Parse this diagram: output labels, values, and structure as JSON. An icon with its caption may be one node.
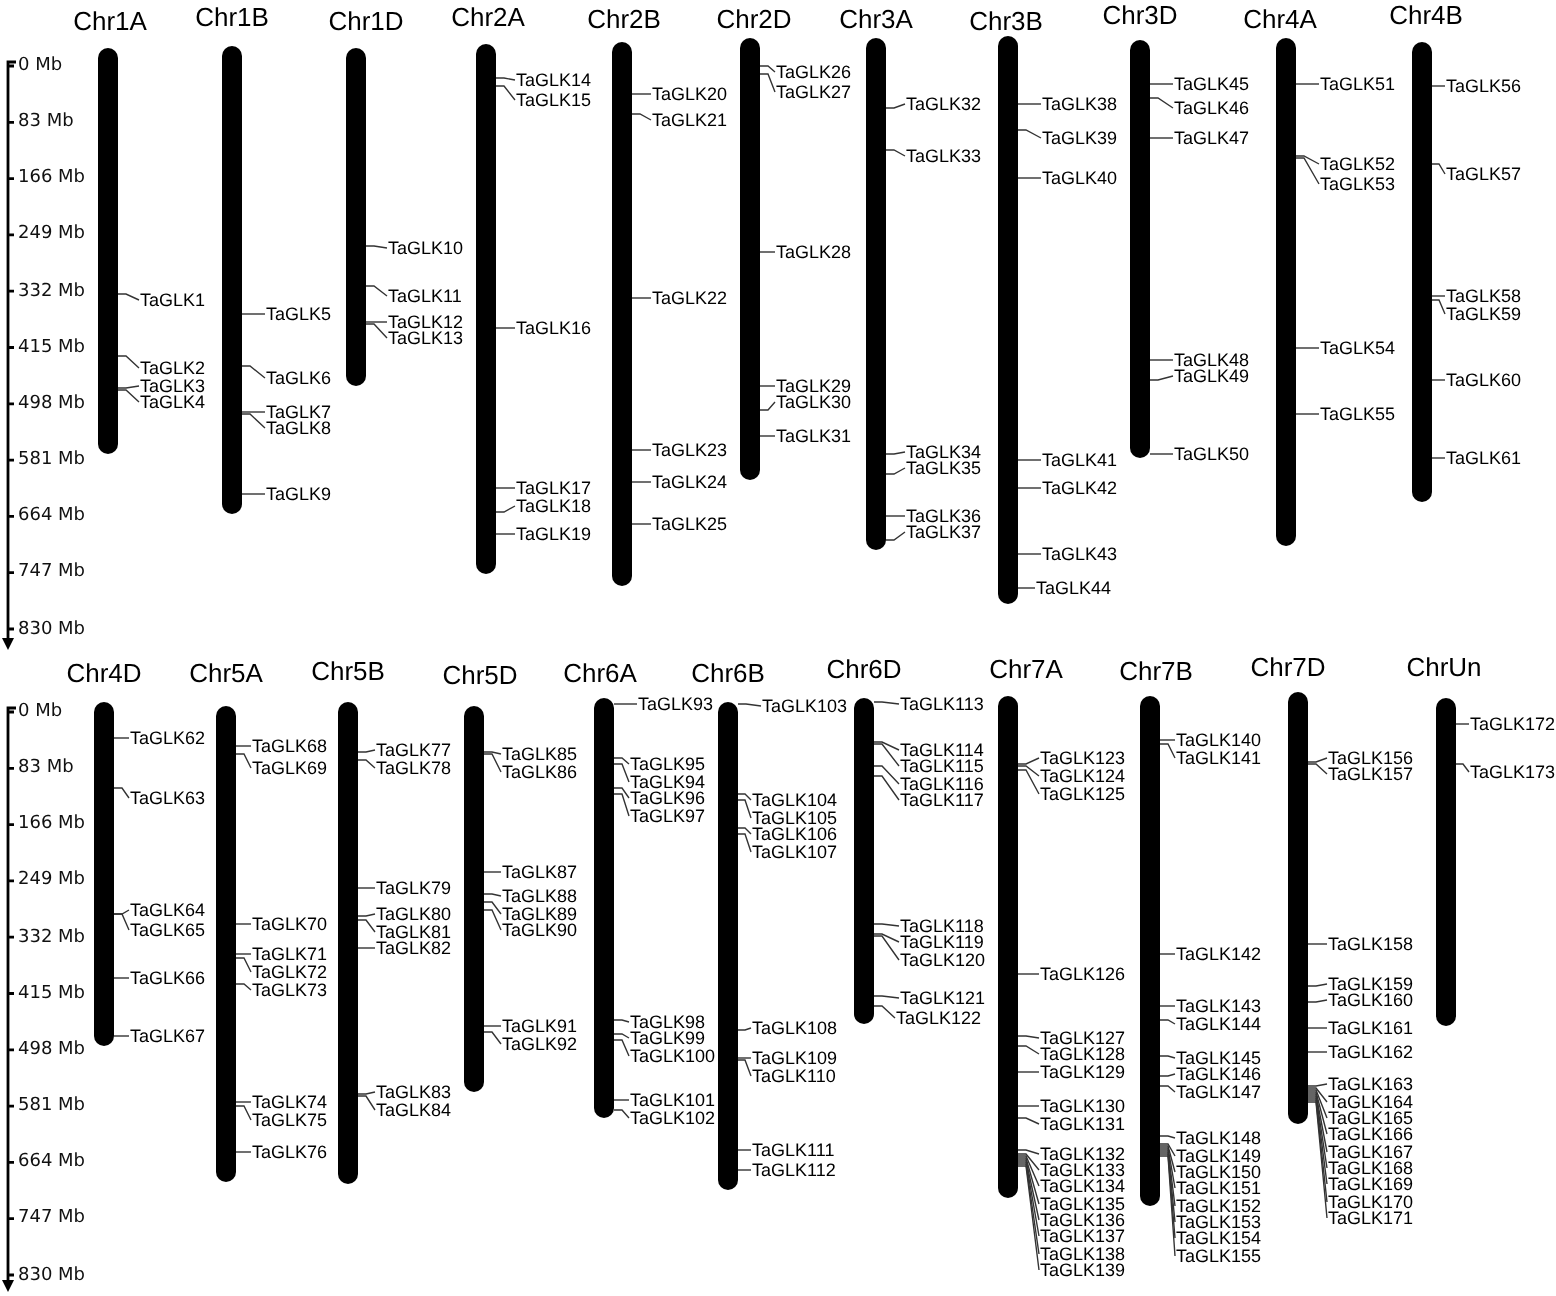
{
  "diagram": {
    "nodes": [
      {
        "text": [
          "Chr1A"
        ]
      },
      {
        "text": [
          "TaGLK1"
        ]
      },
      {
        "text": [
          "TaGLK2"
        ]
      },
      {
        "text": [
          "TaGLK3"
        ]
      },
      {
        "text": [
          "TaGLK4"
        ]
      },
      {
        "text": [
          "Chr1B"
        ]
      },
      {
        "text": [
          "TaGLK5"
        ]
      },
      {
        "text": [
          "TaGLK6"
        ]
      },
      {
        "text": [
          "TaGLK7"
        ]
      },
      {
        "text": [
          "TaGLK8"
        ]
      },
      {
        "text": [
          "TaGLK9"
        ]
      },
      {
        "text": [
          "Chr1D"
        ]
      },
      {
        "text": [
          "TaGLK10"
        ]
      },
      {
        "text": [
          "TaGLK11"
        ]
      },
      {
        "text": [
          "TaGLK12"
        ]
      },
      {
        "text": [
          "TaGLK13"
        ]
      },
      {
        "text": [
          "Chr2A"
        ]
      },
      {
        "text": [
          "TaGLK14"
        ]
      },
      {
        "text": [
          "TaGLK15"
        ]
      },
      {
        "text": [
          "TaGLK16"
        ]
      },
      {
        "text": [
          "TaGLK17"
        ]
      },
      {
        "text": [
          "TaGLK18"
        ]
      },
      {
        "text": [
          "TaGLK19"
        ]
      },
      {
        "text": [
          "Chr2B"
        ]
      },
      {
        "text": [
          "TaGLK20"
        ]
      },
      {
        "text": [
          "TaGLK21"
        ]
      },
      {
        "text": [
          "TaGLK22"
        ]
      },
      {
        "text": [
          "TaGLK23"
        ]
      },
      {
        "text": [
          "TaGLK24"
        ]
      },
      {
        "text": [
          "TaGLK25"
        ]
      },
      {
        "text": [
          "Chr2D"
        ]
      },
      {
        "text": [
          "TaGLK26"
        ]
      },
      {
        "text": [
          "TaGLK27"
        ]
      },
      {
        "text": [
          "TaGLK28"
        ]
      },
      {
        "text": [
          "TaGLK29"
        ]
      },
      {
        "text": [
          "TaGLK30"
        ]
      },
      {
        "text": [
          "TaGLK31"
        ]
      },
      {
        "text": [
          "Chr3A"
        ]
      },
      {
        "text": [
          "TaGLK32"
        ]
      },
      {
        "text": [
          "TaGLK33"
        ]
      },
      {
        "text": [
          "TaGLK34"
        ]
      },
      {
        "text": [
          "TaGLK35"
        ]
      },
      {
        "text": [
          "TaGLK36"
        ]
      },
      {
        "text": [
          "TaGLK37"
        ]
      },
      {
        "text": [
          "Chr3B"
        ]
      },
      {
        "text": [
          "TaGLK38"
        ]
      },
      {
        "text": [
          "TaGLK39"
        ]
      },
      {
        "text": [
          "TaGLK40"
        ]
      },
      {
        "text": [
          "TaGLK41"
        ]
      },
      {
        "text": [
          "TaGLK42"
        ]
      },
      {
        "text": [
          "TaGLK43"
        ]
      },
      {
        "text": [
          "TaGLK44"
        ]
      },
      {
        "text": [
          "Chr3D"
        ]
      },
      {
        "text": [
          "TaGLK45"
        ]
      },
      {
        "text": [
          "TaGLK46"
        ]
      },
      {
        "text": [
          "TaGLK47"
        ]
      },
      {
        "text": [
          "TaGLK48"
        ]
      },
      {
        "text": [
          "TaGLK49"
        ]
      },
      {
        "text": [
          "TaGLK50"
        ]
      },
      {
        "text": [
          "Chr4A"
        ]
      },
      {
        "text": [
          "TaGLK51"
        ]
      },
      {
        "text": [
          "TaGLK52"
        ]
      },
      {
        "text": [
          "TaGLK53"
        ]
      },
      {
        "text": [
          "TaGLK54"
        ]
      },
      {
        "text": [
          "TaGLK55"
        ]
      },
      {
        "text": [
          "Chr4B"
        ]
      },
      {
        "text": [
          "TaGLK56"
        ]
      },
      {
        "text": [
          "TaGLK57"
        ]
      },
      {
        "text": [
          "TaGLK58"
        ]
      },
      {
        "text": [
          "TaGLK59"
        ]
      },
      {
        "text": [
          "TaGLK60"
        ]
      },
      {
        "text": [
          "TaGLK61"
        ]
      },
      {
        "text": [
          "Chr4D"
        ]
      },
      {
        "text": [
          "TaGLK62"
        ]
      },
      {
        "text": [
          "TaGLK63"
        ]
      },
      {
        "text": [
          "TaGLK64"
        ]
      },
      {
        "text": [
          "TaGLK65"
        ]
      },
      {
        "text": [
          "TaGLK66"
        ]
      },
      {
        "text": [
          "TaGLK67"
        ]
      },
      {
        "text": [
          "Chr5A"
        ]
      },
      {
        "text": [
          "TaGLK68"
        ]
      },
      {
        "text": [
          "TaGLK69"
        ]
      },
      {
        "text": [
          "TaGLK70"
        ]
      },
      {
        "text": [
          "TaGLK71"
        ]
      },
      {
        "text": [
          "TaGLK72"
        ]
      },
      {
        "text": [
          "TaGLK73"
        ]
      },
      {
        "text": [
          "TaGLK74"
        ]
      },
      {
        "text": [
          "TaGLK75"
        ]
      },
      {
        "text": [
          "TaGLK76"
        ]
      },
      {
        "text": [
          "Chr5B"
        ]
      },
      {
        "text": [
          "TaGLK77"
        ]
      },
      {
        "text": [
          "TaGLK78"
        ]
      },
      {
        "text": [
          "TaGLK79"
        ]
      },
      {
        "text": [
          "TaGLK80"
        ]
      },
      {
        "text": [
          "TaGLK81"
        ]
      },
      {
        "text": [
          "TaGLK82"
        ]
      },
      {
        "text": [
          "TaGLK83"
        ]
      },
      {
        "text": [
          "TaGLK84"
        ]
      },
      {
        "text": [
          "Chr5D"
        ]
      },
      {
        "text": [
          "TaGLK85"
        ]
      },
      {
        "text": [
          "TaGLK86"
        ]
      },
      {
        "text": [
          "TaGLK87"
        ]
      },
      {
        "text": [
          "TaGLK88"
        ]
      },
      {
        "text": [
          "TaGLK89"
        ]
      },
      {
        "text": [
          "TaGLK90"
        ]
      },
      {
        "text": [
          "TaGLK91"
        ]
      },
      {
        "text": [
          "TaGLK92"
        ]
      },
      {
        "text": [
          "Chr6A"
        ]
      },
      {
        "text": [
          "TaGLK93"
        ]
      },
      {
        "text": [
          "TaGLK95"
        ]
      },
      {
        "text": [
          "TaGLK94"
        ]
      },
      {
        "text": [
          "TaGLK96"
        ]
      },
      {
        "text": [
          "TaGLK97"
        ]
      },
      {
        "text": [
          "TaGLK98"
        ]
      },
      {
        "text": [
          "TaGLK99"
        ]
      },
      {
        "text": [
          "TaGLK100"
        ]
      },
      {
        "text": [
          "TaGLK101"
        ]
      },
      {
        "text": [
          "TaGLK102"
        ]
      },
      {
        "text": [
          "Chr6B"
        ]
      },
      {
        "text": [
          "TaGLK103"
        ]
      },
      {
        "text": [
          "TaGLK104"
        ]
      },
      {
        "text": [
          "TaGLK105"
        ]
      },
      {
        "text": [
          "TaGLK106"
        ]
      },
      {
        "text": [
          "TaGLK107"
        ]
      },
      {
        "text": [
          "TaGLK108"
        ]
      },
      {
        "text": [
          "TaGLK109"
        ]
      },
      {
        "text": [
          "TaGLK110"
        ]
      },
      {
        "text": [
          "TaGLK111"
        ]
      },
      {
        "text": [
          "TaGLK112"
        ]
      },
      {
        "text": [
          "Chr6D"
        ]
      },
      {
        "text": [
          "TaGLK113"
        ]
      },
      {
        "text": [
          "TaGLK114"
        ]
      },
      {
        "text": [
          "TaGLK115"
        ]
      },
      {
        "text": [
          "TaGLK116"
        ]
      },
      {
        "text": [
          "TaGLK117"
        ]
      },
      {
        "text": [
          "TaGLK118"
        ]
      },
      {
        "text": [
          "TaGLK119"
        ]
      },
      {
        "text": [
          "TaGLK120"
        ]
      },
      {
        "text": [
          "TaGLK121"
        ]
      },
      {
        "text": [
          "TaGLK122"
        ]
      },
      {
        "text": [
          "Chr7A"
        ]
      },
      {
        "text": [
          "TaGLK123"
        ]
      },
      {
        "text": [
          "TaGLK124"
        ]
      },
      {
        "text": [
          "TaGLK125"
        ]
      },
      {
        "text": [
          "TaGLK126"
        ]
      },
      {
        "text": [
          "TaGLK127"
        ]
      },
      {
        "text": [
          "TaGLK128"
        ]
      },
      {
        "text": [
          "TaGLK129"
        ]
      },
      {
        "text": [
          "TaGLK130"
        ]
      },
      {
        "text": [
          "TaGLK131"
        ]
      },
      {
        "text": [
          "TaGLK132"
        ]
      },
      {
        "text": [
          "TaGLK133"
        ]
      },
      {
        "text": [
          "TaGLK134"
        ]
      },
      {
        "text": [
          "TaGLK135"
        ]
      },
      {
        "text": [
          "TaGLK136"
        ]
      },
      {
        "text": [
          "TaGLK137"
        ]
      },
      {
        "text": [
          "TaGLK138"
        ]
      },
      {
        "text": [
          "TaGLK139"
        ]
      },
      {
        "text": [
          "Chr7B"
        ]
      },
      {
        "text": [
          "TaGLK140"
        ]
      },
      {
        "text": [
          "TaGLK141"
        ]
      },
      {
        "text": [
          "TaGLK142"
        ]
      },
      {
        "text": [
          "TaGLK143"
        ]
      },
      {
        "text": [
          "TaGLK144"
        ]
      },
      {
        "text": [
          "TaGLK145"
        ]
      },
      {
        "text": [
          "TaGLK146"
        ]
      },
      {
        "text": [
          "TaGLK147"
        ]
      },
      {
        "text": [
          "TaGLK148"
        ]
      },
      {
        "text": [
          "TaGLK149"
        ]
      },
      {
        "text": [
          "TaGLK150"
        ]
      },
      {
        "text": [
          "TaGLK151"
        ]
      },
      {
        "text": [
          "TaGLK152"
        ]
      },
      {
        "text": [
          "TaGLK153"
        ]
      },
      {
        "text": [
          "TaGLK154"
        ]
      },
      {
        "text": [
          "TaGLK155"
        ]
      },
      {
        "text": [
          "Chr7D"
        ]
      },
      {
        "text": [
          "TaGLK156"
        ]
      },
      {
        "text": [
          "TaGLK157"
        ]
      },
      {
        "text": [
          "TaGLK158"
        ]
      },
      {
        "text": [
          "TaGLK159"
        ]
      },
      {
        "text": [
          "TaGLK160"
        ]
      },
      {
        "text": [
          "TaGLK161"
        ]
      },
      {
        "text": [
          "TaGLK162"
        ]
      },
      {
        "text": [
          "TaGLK163"
        ]
      },
      {
        "text": [
          "TaGLK164"
        ]
      },
      {
        "text": [
          "TaGLK165"
        ]
      },
      {
        "text": [
          "TaGLK166"
        ]
      },
      {
        "text": [
          "TaGLK167"
        ]
      },
      {
        "text": [
          "TaGLK168"
        ]
      },
      {
        "text": [
          "TaGLK169"
        ]
      },
      {
        "text": [
          "TaGLK170"
        ]
      },
      {
        "text": [
          "TaGLK171"
        ]
      },
      {
        "text": [
          "ChrUn"
        ]
      },
      {
        "text": [
          "TaGLK172"
        ]
      },
      {
        "text": [
          "TaGLK173"
        ]
      }
    ],
    "edges": [
      {
        "from": 1,
        "to": 0,
        "arrow": "none"
      },
      {
        "from": 2,
        "to": 0,
        "arrow": "none"
      },
      {
        "from": 3,
        "to": 0,
        "arrow": "none"
      },
      {
        "from": 4,
        "to": 0,
        "arrow": "none"
      },
      {
        "from": 6,
        "to": 5,
        "arrow": "none"
      },
      {
        "from": 7,
        "to": 5,
        "arrow": "none"
      },
      {
        "from": 8,
        "to": 5,
        "arrow": "none"
      },
      {
        "from": 9,
        "to": 5,
        "arrow": "none"
      },
      {
        "from": 10,
        "to": 5,
        "arrow": "none"
      },
      {
        "from": 12,
        "to": 11,
        "arrow": "none"
      },
      {
        "from": 13,
        "to": 11,
        "arrow": "none"
      },
      {
        "from": 14,
        "to": 11,
        "arrow": "none"
      },
      {
        "from": 15,
        "to": 11,
        "arrow": "none"
      },
      {
        "from": 17,
        "to": 16,
        "arrow": "none"
      },
      {
        "from": 18,
        "to": 16,
        "arrow": "none"
      },
      {
        "from": 19,
        "to": 16,
        "arrow": "none"
      },
      {
        "from": 20,
        "to": 16,
        "arrow": "none"
      },
      {
        "from": 21,
        "to": 16,
        "arrow": "none"
      },
      {
        "from": 22,
        "to": 16,
        "arrow": "none"
      },
      {
        "from": 24,
        "to": 23,
        "arrow": "none"
      },
      {
        "from": 25,
        "to": 23,
        "arrow": "none"
      },
      {
        "from": 26,
        "to": 23,
        "arrow": "none"
      },
      {
        "from": 27,
        "to": 23,
        "arrow": "none"
      },
      {
        "from": 28,
        "to": 23,
        "arrow": "none"
      },
      {
        "from": 29,
        "to": 23,
        "arrow": "none"
      },
      {
        "from": 31,
        "to": 30,
        "arrow": "none"
      },
      {
        "from": 32,
        "to": 30,
        "arrow": "none"
      },
      {
        "from": 33,
        "to": 30,
        "arrow": "none"
      },
      {
        "from": 34,
        "to": 30,
        "arrow": "none"
      },
      {
        "from": 35,
        "to": 30,
        "arrow": "none"
      },
      {
        "from": 36,
        "to": 30,
        "arrow": "none"
      },
      {
        "from": 38,
        "to": 37,
        "arrow": "none"
      },
      {
        "from": 39,
        "to": 37,
        "arrow": "none"
      },
      {
        "from": 40,
        "to": 37,
        "arrow": "none"
      },
      {
        "from": 41,
        "to": 37,
        "arrow": "none"
      },
      {
        "from": 42,
        "to": 37,
        "arrow": "none"
      },
      {
        "from": 43,
        "to": 37,
        "arrow": "none"
      },
      {
        "from": 45,
        "to": 44,
        "arrow": "none"
      },
      {
        "from": 46,
        "to": 44,
        "arrow": "none"
      },
      {
        "from": 47,
        "to": 44,
        "arrow": "none"
      },
      {
        "from": 48,
        "to": 44,
        "arrow": "none"
      },
      {
        "from": 49,
        "to": 44,
        "arrow": "none"
      },
      {
        "from": 50,
        "to": 44,
        "arrow": "none"
      },
      {
        "from": 51,
        "to": 44,
        "arrow": "none"
      },
      {
        "from": 53,
        "to": 52,
        "arrow": "none"
      },
      {
        "from": 54,
        "to": 52,
        "arrow": "none"
      },
      {
        "from": 55,
        "to": 52,
        "arrow": "none"
      },
      {
        "from": 56,
        "to": 52,
        "arrow": "none"
      },
      {
        "from": 57,
        "to": 52,
        "arrow": "none"
      },
      {
        "from": 58,
        "to": 52,
        "arrow": "none"
      },
      {
        "from": 60,
        "to": 59,
        "arrow": "none"
      },
      {
        "from": 61,
        "to": 59,
        "arrow": "none"
      },
      {
        "from": 62,
        "to": 59,
        "arrow": "none"
      },
      {
        "from": 63,
        "to": 59,
        "arrow": "none"
      },
      {
        "from": 64,
        "to": 59,
        "arrow": "none"
      },
      {
        "from": 66,
        "to": 65,
        "arrow": "none"
      },
      {
        "from": 67,
        "to": 65,
        "arrow": "none"
      },
      {
        "from": 68,
        "to": 65,
        "arrow": "none"
      },
      {
        "from": 69,
        "to": 65,
        "arrow": "none"
      },
      {
        "from": 70,
        "to": 65,
        "arrow": "none"
      },
      {
        "from": 71,
        "to": 65,
        "arrow": "none"
      },
      {
        "from": 73,
        "to": 72,
        "arrow": "none"
      },
      {
        "from": 74,
        "to": 72,
        "arrow": "none"
      },
      {
        "from": 75,
        "to": 72,
        "arrow": "none"
      },
      {
        "from": 76,
        "to": 72,
        "arrow": "none"
      },
      {
        "from": 77,
        "to": 72,
        "arrow": "none"
      },
      {
        "from": 78,
        "to": 72,
        "arrow": "none"
      },
      {
        "from": 80,
        "to": 79,
        "arrow": "none"
      },
      {
        "from": 81,
        "to": 79,
        "arrow": "none"
      },
      {
        "from": 82,
        "to": 79,
        "arrow": "none"
      },
      {
        "from": 83,
        "to": 79,
        "arrow": "none"
      },
      {
        "from": 84,
        "to": 79,
        "arrow": "none"
      },
      {
        "from": 85,
        "to": 79,
        "arrow": "none"
      },
      {
        "from": 86,
        "to": 79,
        "arrow": "none"
      },
      {
        "from": 87,
        "to": 79,
        "arrow": "none"
      },
      {
        "from": 88,
        "to": 79,
        "arrow": "none"
      },
      {
        "from": 90,
        "to": 89,
        "arrow": "none"
      },
      {
        "from": 91,
        "to": 89,
        "arrow": "none"
      },
      {
        "from": 92,
        "to": 89,
        "arrow": "none"
      },
      {
        "from": 93,
        "to": 89,
        "arrow": "none"
      },
      {
        "from": 94,
        "to": 89,
        "arrow": "none"
      },
      {
        "from": 95,
        "to": 89,
        "arrow": "none"
      },
      {
        "from": 96,
        "to": 89,
        "arrow": "none"
      },
      {
        "from": 97,
        "to": 89,
        "arrow": "none"
      },
      {
        "from": 99,
        "to": 98,
        "arrow": "none"
      },
      {
        "from": 100,
        "to": 98,
        "arrow": "none"
      },
      {
        "from": 101,
        "to": 98,
        "arrow": "none"
      },
      {
        "from": 102,
        "to": 98,
        "arrow": "none"
      },
      {
        "from": 103,
        "to": 98,
        "arrow": "none"
      },
      {
        "from": 104,
        "to": 98,
        "arrow": "none"
      },
      {
        "from": 105,
        "to": 98,
        "arrow": "none"
      },
      {
        "from": 106,
        "to": 98,
        "arrow": "none"
      },
      {
        "from": 108,
        "to": 107,
        "arrow": "none"
      },
      {
        "from": 109,
        "to": 107,
        "arrow": "none"
      },
      {
        "from": 110,
        "to": 107,
        "arrow": "none"
      },
      {
        "from": 111,
        "to": 107,
        "arrow": "none"
      },
      {
        "from": 112,
        "to": 107,
        "arrow": "none"
      },
      {
        "from": 113,
        "to": 107,
        "arrow": "none"
      },
      {
        "from": 114,
        "to": 107,
        "arrow": "none"
      },
      {
        "from": 115,
        "to": 107,
        "arrow": "none"
      },
      {
        "from": 116,
        "to": 107,
        "arrow": "none"
      },
      {
        "from": 117,
        "to": 107,
        "arrow": "none"
      },
      {
        "from": 119,
        "to": 118,
        "arrow": "none"
      },
      {
        "from": 120,
        "to": 118,
        "arrow": "none"
      },
      {
        "from": 121,
        "to": 118,
        "arrow": "none"
      },
      {
        "from": 122,
        "to": 118,
        "arrow": "none"
      },
      {
        "from": 123,
        "to": 118,
        "arrow": "none"
      },
      {
        "from": 124,
        "to": 118,
        "arrow": "none"
      },
      {
        "from": 125,
        "to": 118,
        "arrow": "none"
      },
      {
        "from": 126,
        "to": 118,
        "arrow": "none"
      },
      {
        "from": 127,
        "to": 118,
        "arrow": "none"
      },
      {
        "from": 128,
        "to": 118,
        "arrow": "none"
      },
      {
        "from": 130,
        "to": 129,
        "arrow": "none"
      },
      {
        "from": 131,
        "to": 129,
        "arrow": "none"
      },
      {
        "from": 132,
        "to": 129,
        "arrow": "none"
      },
      {
        "from": 133,
        "to": 129,
        "arrow": "none"
      },
      {
        "from": 134,
        "to": 129,
        "arrow": "none"
      },
      {
        "from": 135,
        "to": 129,
        "arrow": "none"
      },
      {
        "from": 136,
        "to": 129,
        "arrow": "none"
      },
      {
        "from": 137,
        "to": 129,
        "arrow": "none"
      },
      {
        "from": 138,
        "to": 129,
        "arrow": "none"
      },
      {
        "from": 139,
        "to": 129,
        "arrow": "none"
      },
      {
        "from": 141,
        "to": 140,
        "arrow": "none"
      },
      {
        "from": 142,
        "to": 140,
        "arrow": "none"
      },
      {
        "from": 143,
        "to": 140,
        "arrow": "none"
      },
      {
        "from": 144,
        "to": 140,
        "arrow": "none"
      },
      {
        "from": 145,
        "to": 140,
        "arrow": "none"
      },
      {
        "from": 146,
        "to": 140,
        "arrow": "none"
      },
      {
        "from": 147,
        "to": 140,
        "arrow": "none"
      },
      {
        "from": 148,
        "to": 140,
        "arrow": "none"
      },
      {
        "from": 149,
        "to": 140,
        "arrow": "none"
      },
      {
        "from": 150,
        "to": 140,
        "arrow": "none"
      },
      {
        "from": 151,
        "to": 140,
        "arrow": "none"
      },
      {
        "from": 152,
        "to": 140,
        "arrow": "none"
      },
      {
        "from": 153,
        "to": 140,
        "arrow": "none"
      },
      {
        "from": 154,
        "to": 140,
        "arrow": "none"
      },
      {
        "from": 155,
        "to": 140,
        "arrow": "none"
      },
      {
        "from": 156,
        "to": 140,
        "arrow": "none"
      },
      {
        "from": 157,
        "to": 140,
        "arrow": "none"
      },
      {
        "from": 159,
        "to": 158,
        "arrow": "none"
      },
      {
        "from": 160,
        "to": 158,
        "arrow": "none"
      },
      {
        "from": 161,
        "to": 158,
        "arrow": "none"
      },
      {
        "from": 162,
        "to": 158,
        "arrow": "none"
      },
      {
        "from": 163,
        "to": 158,
        "arrow": "none"
      },
      {
        "from": 164,
        "to": 158,
        "arrow": "none"
      },
      {
        "from": 165,
        "to": 158,
        "arrow": "none"
      },
      {
        "from": 166,
        "to": 158,
        "arrow": "none"
      },
      {
        "from": 167,
        "to": 158,
        "arrow": "none"
      },
      {
        "from": 168,
        "to": 158,
        "arrow": "none"
      },
      {
        "from": 169,
        "to": 158,
        "arrow": "none"
      },
      {
        "from": 170,
        "to": 158,
        "arrow": "none"
      },
      {
        "from": 171,
        "to": 158,
        "arrow": "none"
      },
      {
        "from": 172,
        "to": 158,
        "arrow": "none"
      },
      {
        "from": 173,
        "to": 158,
        "arrow": "none"
      },
      {
        "from": 174,
        "to": 158,
        "arrow": "none"
      },
      {
        "from": 176,
        "to": 175,
        "arrow": "none"
      },
      {
        "from": 177,
        "to": 175,
        "arrow": "none"
      },
      {
        "from": 178,
        "to": 175,
        "arrow": "none"
      },
      {
        "from": 179,
        "to": 175,
        "arrow": "none"
      },
      {
        "from": 180,
        "to": 175,
        "arrow": "none"
      },
      {
        "from": 181,
        "to": 175,
        "arrow": "none"
      },
      {
        "from": 182,
        "to": 175,
        "arrow": "none"
      },
      {
        "from": 183,
        "to": 175,
        "arrow": "none"
      },
      {
        "from": 184,
        "to": 175,
        "arrow": "none"
      },
      {
        "from": 185,
        "to": 175,
        "arrow": "none"
      },
      {
        "from": 186,
        "to": 175,
        "arrow": "none"
      },
      {
        "from": 187,
        "to": 175,
        "arrow": "none"
      },
      {
        "from": 188,
        "to": 175,
        "arrow": "none"
      },
      {
        "from": 189,
        "to": 175,
        "arrow": "none"
      },
      {
        "from": 190,
        "to": 175,
        "arrow": "none"
      },
      {
        "from": 191,
        "to": 175,
        "arrow": "none"
      },
      {
        "from": 193,
        "to": 192,
        "arrow": "none"
      },
      {
        "from": 194,
        "to": 192,
        "arrow": "none"
      }
    ],
    "labels": [
      "0 Mb",
      "83 Mb",
      "166 Mb",
      "249 Mb",
      "332 Mb",
      "415 Mb",
      "498 Mb",
      "581 Mb",
      "664 Mb",
      "747 Mb",
      "830 Mb",
      "0 Mb",
      "83 Mb",
      "166 Mb",
      "249 Mb",
      "332 Mb",
      "415 Mb",
      "498 Mb",
      "581 Mb",
      "664 Mb",
      "747 Mb",
      "830 Mb"
    ]
  }
}
